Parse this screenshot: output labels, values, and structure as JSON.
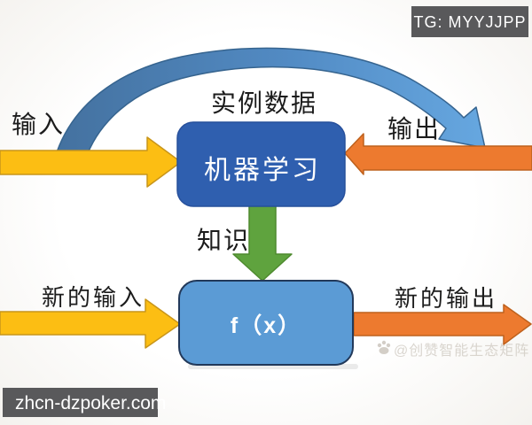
{
  "badges": {
    "top_right": "TG: MYYJJPP",
    "bottom_left": "zhcn-dzpoker.com"
  },
  "diagram": {
    "labels": {
      "input": "输入",
      "instance_data": "实例数据",
      "output": "输出",
      "machine_learning": "机器学习",
      "knowledge": "知识",
      "new_input": "新的输入",
      "fx": "f（x）",
      "new_output": "新的输出"
    },
    "watermark": {
      "text": "@创赞智能生态矩阵"
    },
    "colors": {
      "yellow": "#FCBE13",
      "orange": "#ED7A2F",
      "ml_box_blue": "#2F5FAF",
      "fx_box_blue": "#5B9BD5",
      "green": "#5FA33E",
      "curve_blue": "#4E81B9",
      "badge_gray": "#59595B",
      "text_black": "#1C1C1C"
    }
  }
}
